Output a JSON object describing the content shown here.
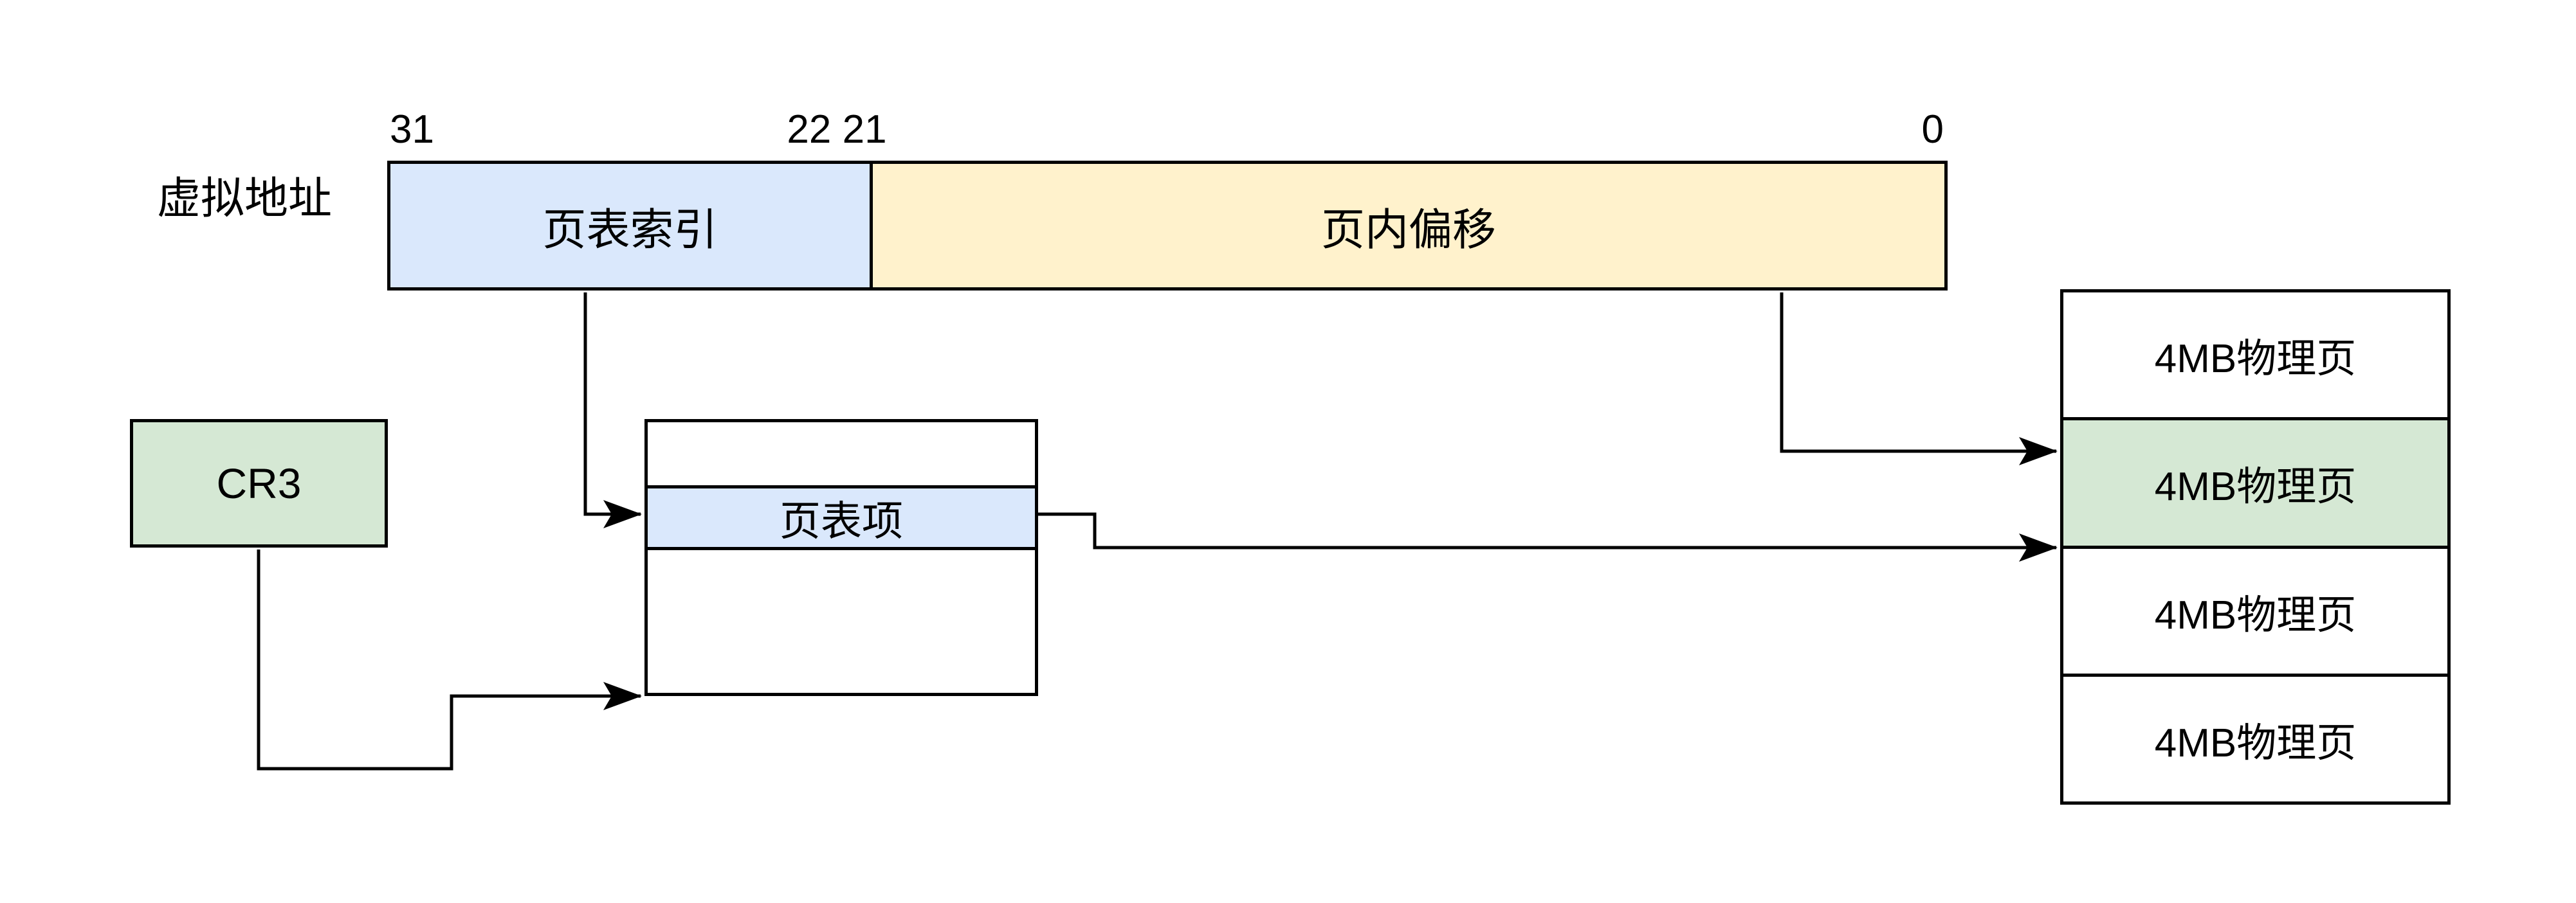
{
  "diagram": {
    "title_note": "x86 4MB-page address translation diagram",
    "virtual_address": {
      "label": "虚拟地址",
      "bit_labels": {
        "high": "31",
        "mid": "22 21",
        "low": "0"
      },
      "fields": [
        {
          "label": "页表索引",
          "color": "#dae8fc"
        },
        {
          "label": "页内偏移",
          "color": "#fff2cc"
        }
      ]
    },
    "cr3": {
      "label": "CR3",
      "color": "#d5e8d4"
    },
    "page_table": {
      "entry": {
        "label": "页表项",
        "color": "#dae8fc"
      }
    },
    "physical_pages": {
      "highlight_color": "#d5e8d4",
      "rows": [
        {
          "label": "4MB物理页",
          "highlighted": false
        },
        {
          "label": "4MB物理页",
          "highlighted": true
        },
        {
          "label": "4MB物理页",
          "highlighted": false
        },
        {
          "label": "4MB物理页",
          "highlighted": false
        }
      ]
    },
    "colors": {
      "line": "#000000",
      "background": "#ffffff",
      "blue": "#dae8fc",
      "yellow": "#fff2cc",
      "green": "#d5e8d4"
    }
  }
}
